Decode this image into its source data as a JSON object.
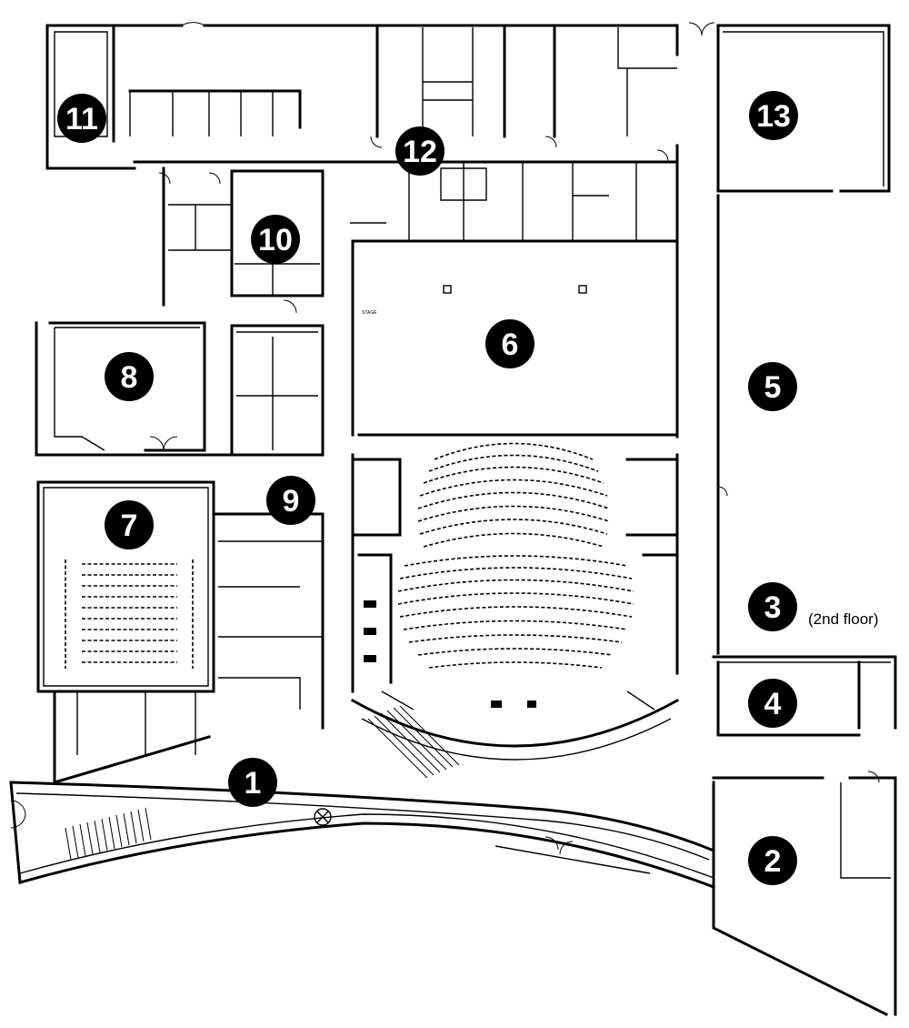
{
  "markers": {
    "m1": "1",
    "m2": "2",
    "m3": "3",
    "m4": "4",
    "m5": "5",
    "m6": "6",
    "m7": "7",
    "m8": "8",
    "m9": "9",
    "m10": "10",
    "m11": "11",
    "m12": "12",
    "m13": "13"
  },
  "notes": {
    "floor_note": "(2nd floor)"
  },
  "colors": {
    "marker_fill": "#000000",
    "marker_text": "#ffffff",
    "lines": "#000000",
    "background": "#ffffff"
  }
}
